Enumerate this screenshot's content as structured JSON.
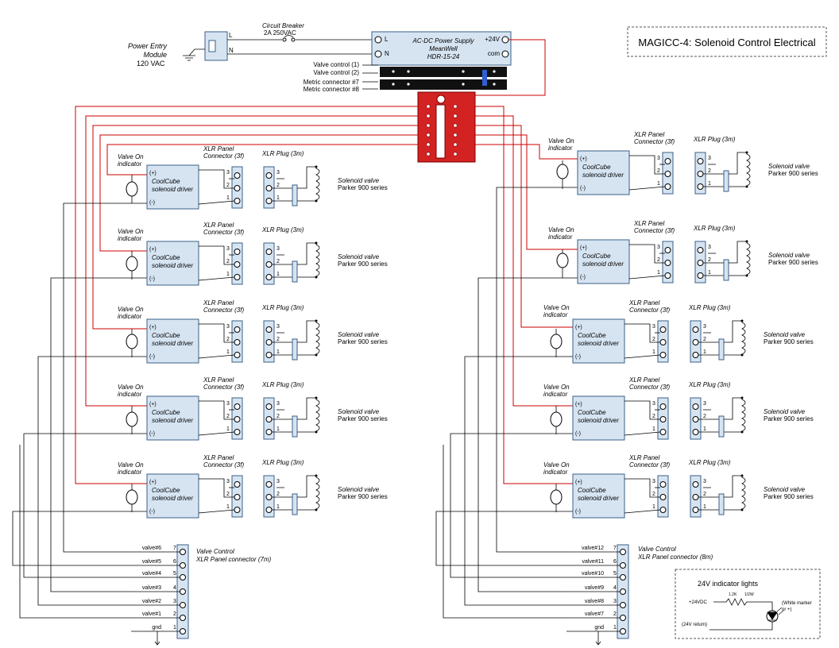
{
  "title": "MAGICC-4: Solenoid Control Electrical",
  "colors": {
    "wire": "#000000",
    "power": "#cc0000",
    "box_fill": "#d6e4f2",
    "box_stroke": "#3b5f86",
    "bus_fill": "#d32222",
    "strip_fill": "#111111",
    "strip_mark": "#2f5fd0"
  },
  "power_entry": {
    "label_line1": "Power Entry",
    "label_line2": "Module",
    "label_line3": "120 VAC",
    "term_l": "L",
    "term_n": "N"
  },
  "breaker": {
    "label_line1": "Circuit Breaker",
    "label_line2": "2A 250VAC"
  },
  "psu": {
    "line1": "AC-DC Power Supply",
    "line2": "MeanWell",
    "line3": "HDR-15-24",
    "term_l": "L",
    "term_n": "N",
    "term_pos": "+24V",
    "term_com": "com"
  },
  "strip_labels": [
    "Valve control (1)",
    "Valve control (2)",
    "Metric connector #7",
    "Metric connector #8"
  ],
  "driver": {
    "pos": "(+)",
    "neg": "(-)",
    "line1": "CoolCube",
    "line2": "solenoid driver"
  },
  "indicator": {
    "line1": "Valve On",
    "line2": "indicator"
  },
  "xlr_panel": {
    "line1": "XLR Panel",
    "line2": "Connector (3f)"
  },
  "xlr_plug": {
    "label": "XLR Plug (3m)"
  },
  "solenoid": {
    "line1": "Solenoid valve",
    "line2": "Parker 900 series"
  },
  "pins3": [
    "3",
    "2",
    "1"
  ],
  "left_control": {
    "line1": "Valve Control",
    "line2": "XLR Panel connector (7m)",
    "pins": [
      "7",
      "6",
      "5",
      "4",
      "3",
      "2",
      "1"
    ],
    "signals": [
      "valve#6",
      "valve#5",
      "valve#4",
      "valve#3",
      "valve#2",
      "valve#1",
      "gnd"
    ]
  },
  "right_control": {
    "line1": "Valve Control",
    "line2": "XLR Panel connector (8m)",
    "pins": [
      "7",
      "6",
      "5",
      "4",
      "3",
      "2",
      "1"
    ],
    "signals": [
      "valve#12",
      "valve#11",
      "valve#10",
      "valve#9",
      "valve#8",
      "valve#7",
      "gnd"
    ]
  },
  "legend": {
    "title": "24V indicator lights",
    "supply": "+24VDC",
    "ret": "(24V return)",
    "resistor_value": "1.2K",
    "resistor_power": "1/2W",
    "marker_line1": "(White marker",
    "marker_line2": "or +)"
  }
}
